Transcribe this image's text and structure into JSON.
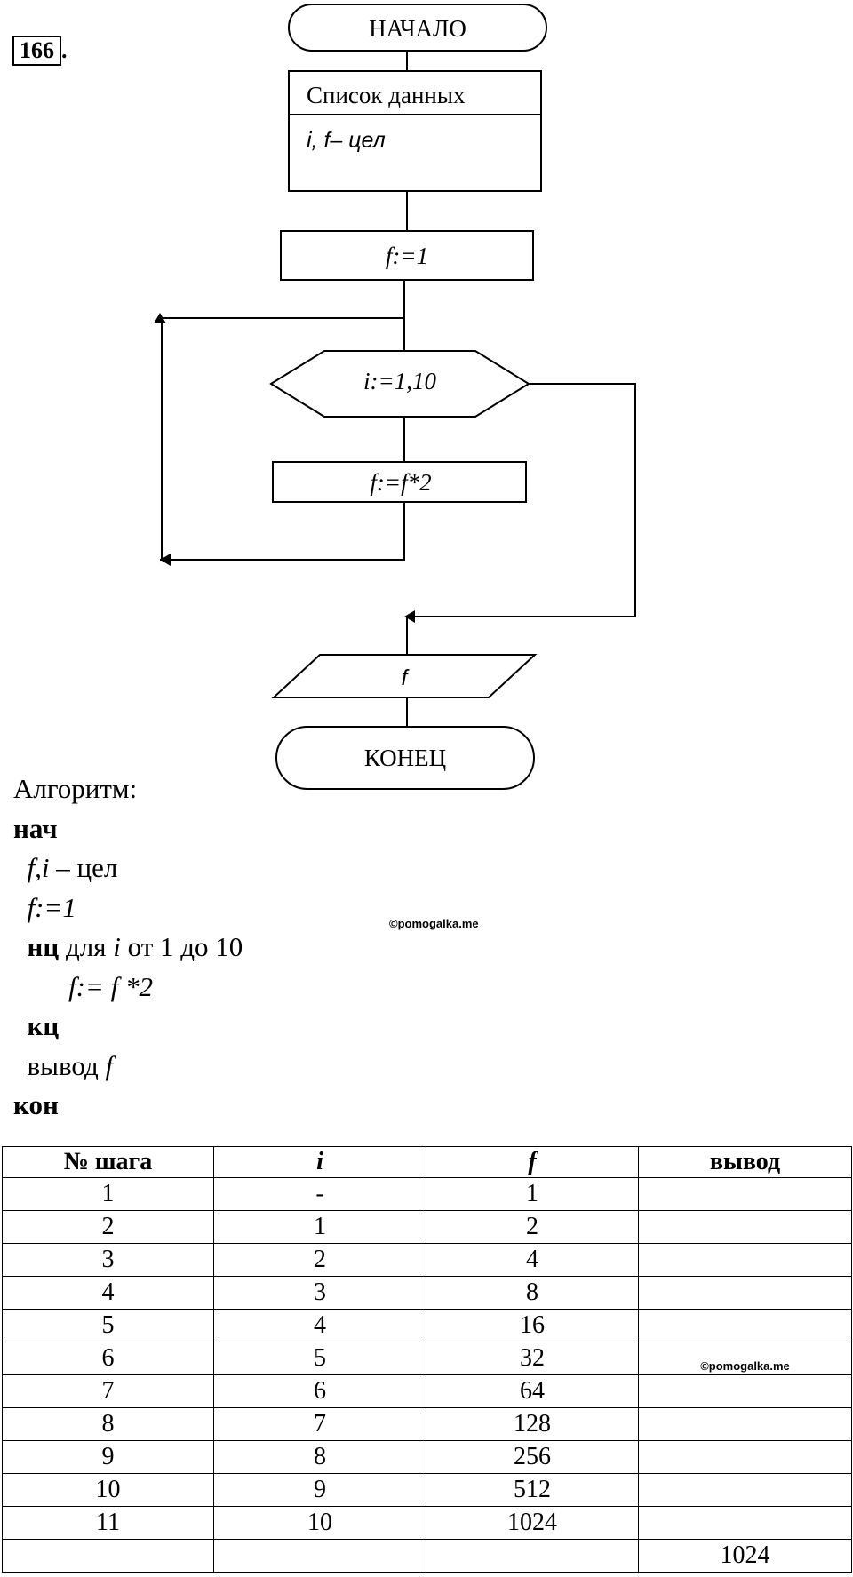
{
  "problem": {
    "number": "166",
    "suffix": "."
  },
  "flowchart": {
    "start": "НАЧАЛО",
    "data_header": "Список данных",
    "data_vars": "i, f– цел",
    "init": "f:=1",
    "loop": "i:=1,10",
    "body": "f:=f*2",
    "output": "f",
    "end": "КОНЕЦ"
  },
  "algorithm": {
    "title": "Алгоритм:",
    "kw_begin": "нач",
    "decl_vars": "f,i",
    "decl_type": " – цел",
    "init_var": "f:=1",
    "loop_kw": "нц",
    "loop_for": " для ",
    "loop_var": "i",
    "loop_range": " от 1 до 10",
    "loop_body": "f:= f *2",
    "loop_end": "кц",
    "output_kw": "вывод ",
    "output_var": "f",
    "kw_end": "кон"
  },
  "watermarks": {
    "text": "©pomogalka.me"
  },
  "table": {
    "headers": [
      "№ шага",
      "i",
      "f",
      "вывод"
    ],
    "rows": [
      [
        "1",
        "-",
        "1",
        ""
      ],
      [
        "2",
        "1",
        "2",
        ""
      ],
      [
        "3",
        "2",
        "4",
        ""
      ],
      [
        "4",
        "3",
        "8",
        ""
      ],
      [
        "5",
        "4",
        "16",
        ""
      ],
      [
        "6",
        "5",
        "32",
        ""
      ],
      [
        "7",
        "6",
        "64",
        ""
      ],
      [
        "8",
        "7",
        "128",
        ""
      ],
      [
        "9",
        "8",
        "256",
        ""
      ],
      [
        "10",
        "9",
        "512",
        ""
      ],
      [
        "11",
        "10",
        "1024",
        ""
      ],
      [
        "",
        "",
        "",
        "1024"
      ]
    ]
  }
}
